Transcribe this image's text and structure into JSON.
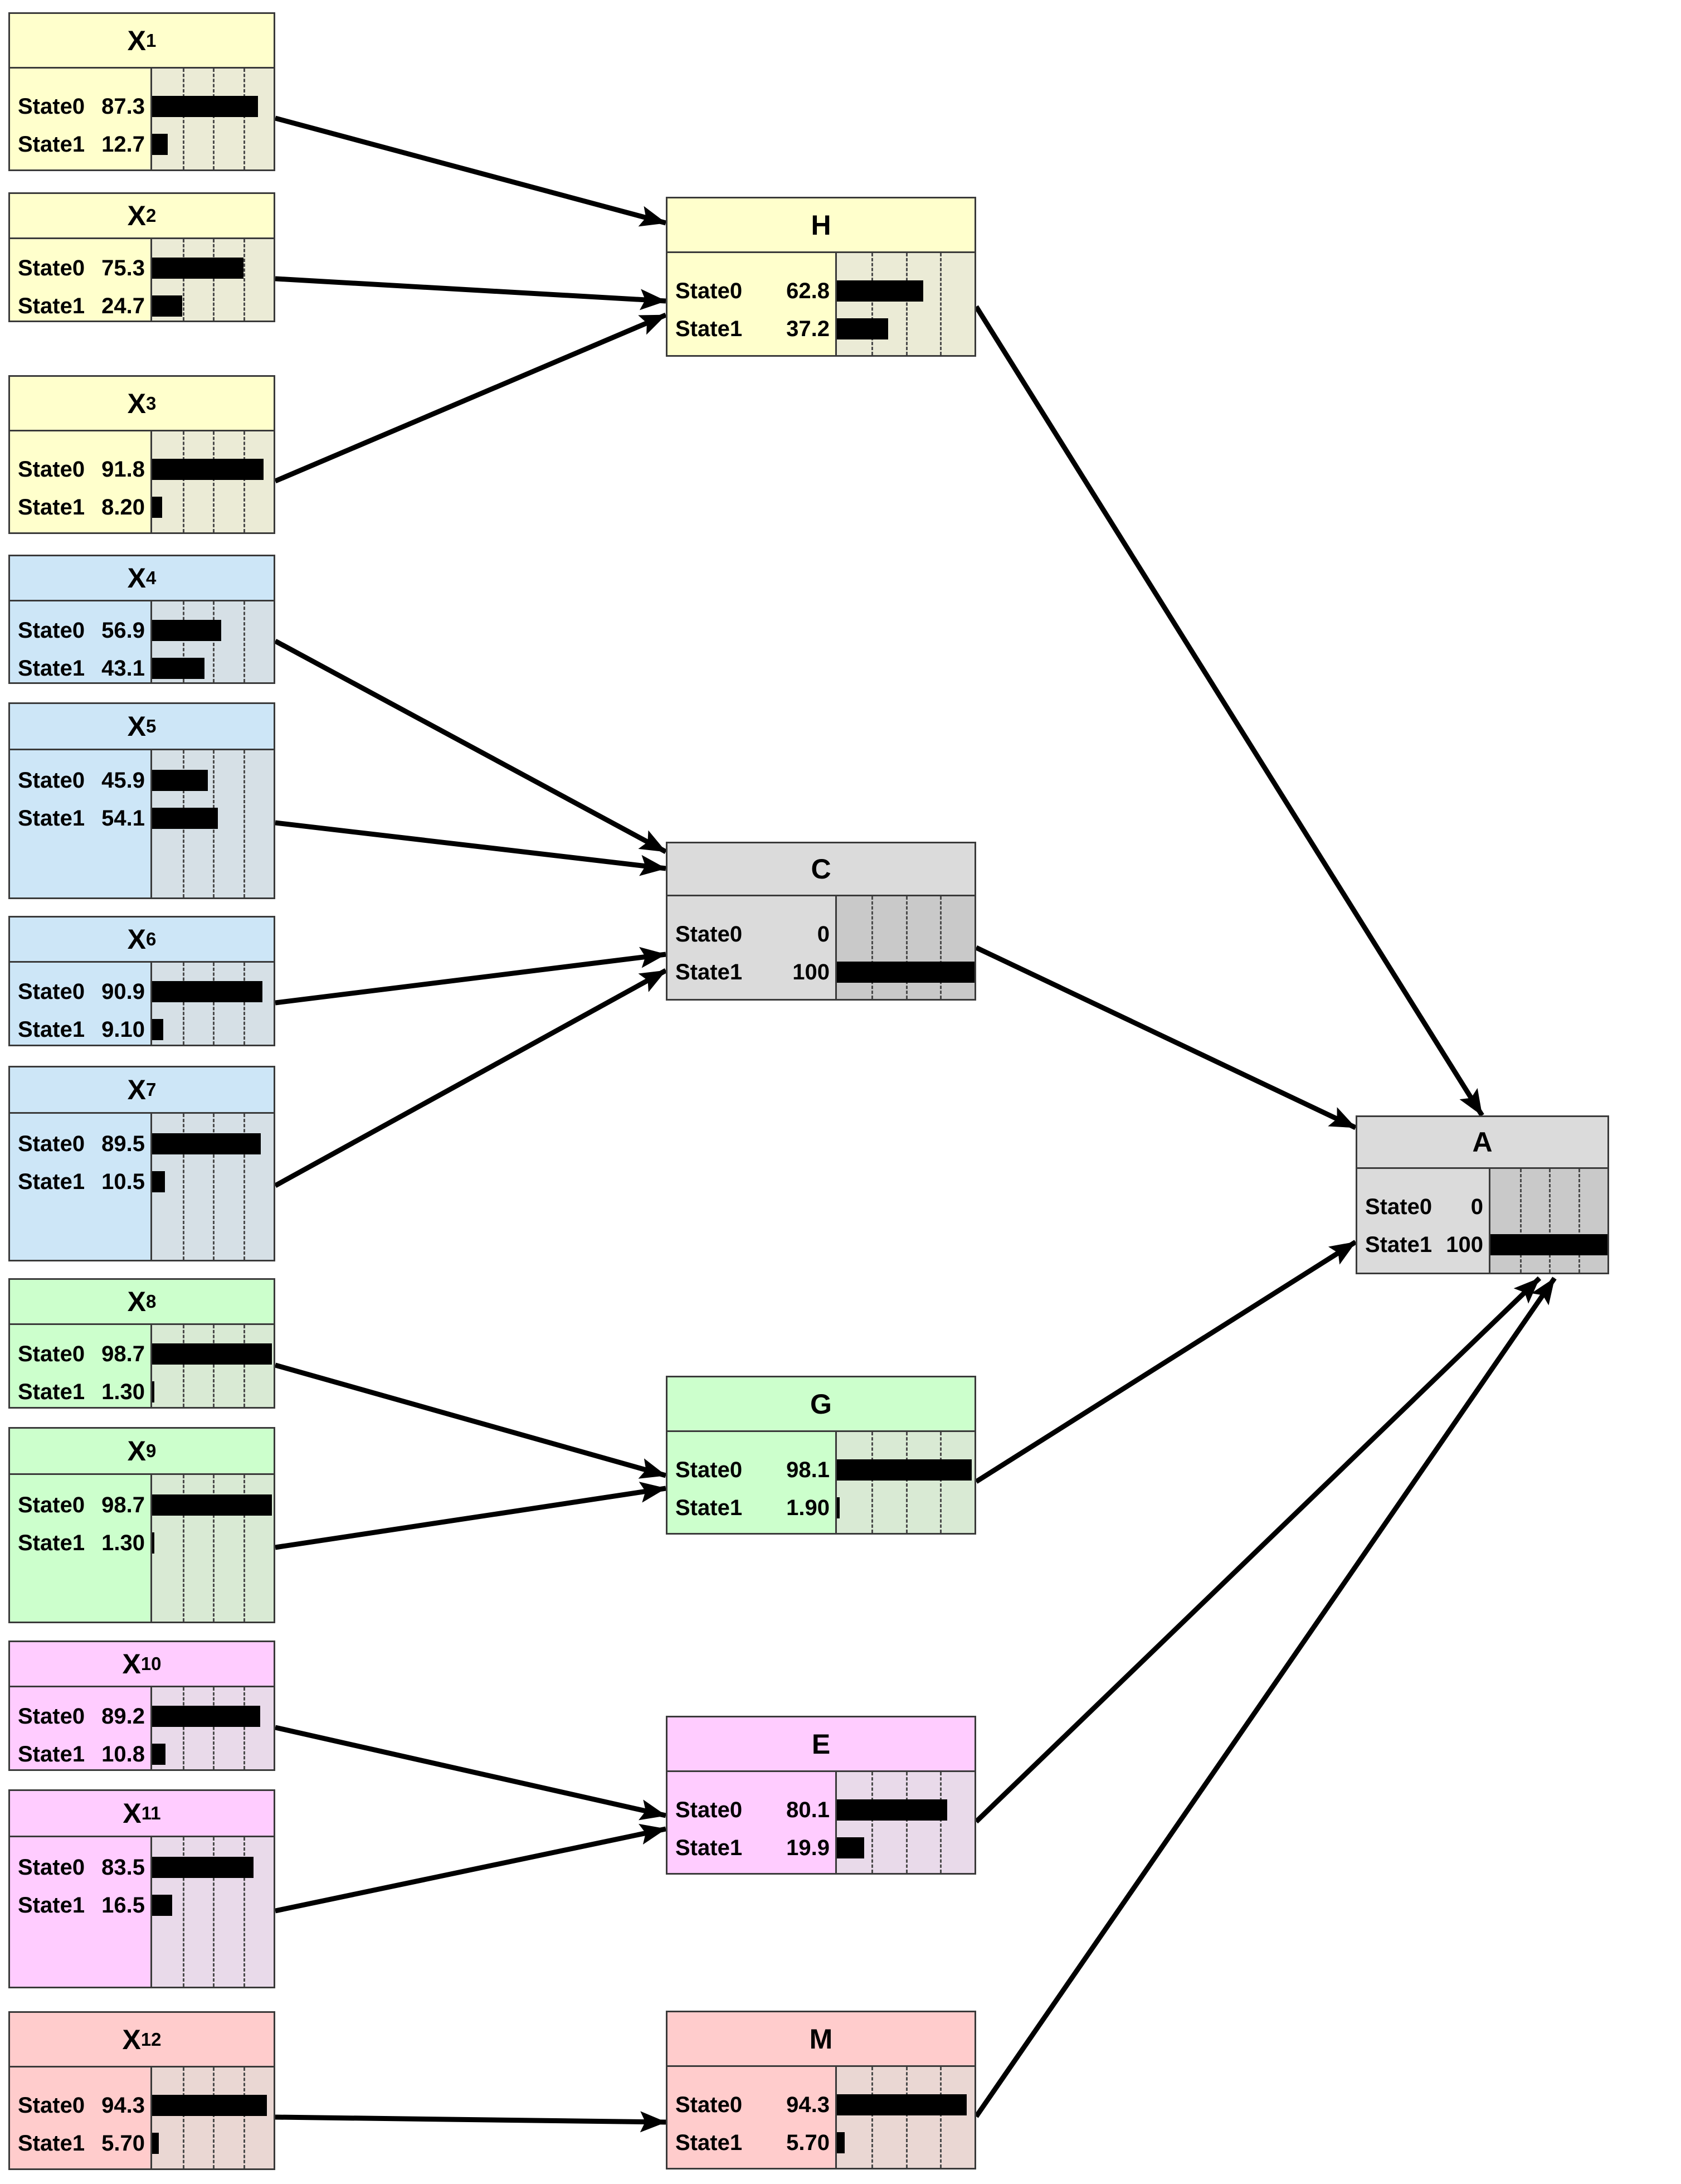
{
  "diagram": {
    "type": "bayesian-belief-network",
    "background": "#FFFFFF",
    "border_color": "#3A3A3A",
    "bar_color": "#000000",
    "gridline_color": "#4A4A4A",
    "groups": {
      "yellow": {
        "bg": "#FFFFCC",
        "bar_bg": "#EBEBD6"
      },
      "blue": {
        "bg": "#CDE6F7",
        "bar_bg": "#D6E0E6"
      },
      "green": {
        "bg": "#CCFFCC",
        "bar_bg": "#D9EAD4"
      },
      "pink": {
        "bg": "#FFCCFF",
        "bar_bg": "#E9DAEA"
      },
      "red": {
        "bg": "#FFCCCC",
        "bar_bg": "#EAD7D3"
      },
      "gray": {
        "bg": "#DBDBDB",
        "bar_bg": "#C9C9C9"
      }
    },
    "nodes": [
      {
        "id": "X1",
        "title": "X",
        "sub": "1",
        "group": "yellow",
        "rows": [
          {
            "label": "State0",
            "value": "87.3",
            "pct": 87.3
          },
          {
            "label": "State1",
            "value": "12.7",
            "pct": 12.7
          }
        ]
      },
      {
        "id": "X2",
        "title": "X",
        "sub": "2",
        "group": "yellow",
        "rows": [
          {
            "label": "State0",
            "value": "75.3",
            "pct": 75.3
          },
          {
            "label": "State1",
            "value": "24.7",
            "pct": 24.7
          }
        ]
      },
      {
        "id": "X3",
        "title": "X",
        "sub": "3",
        "group": "yellow",
        "rows": [
          {
            "label": "State0",
            "value": "91.8",
            "pct": 91.8
          },
          {
            "label": "State1",
            "value": "8.20",
            "pct": 8.2
          }
        ]
      },
      {
        "id": "X4",
        "title": "X",
        "sub": "4",
        "group": "blue",
        "rows": [
          {
            "label": "State0",
            "value": "56.9",
            "pct": 56.9
          },
          {
            "label": "State1",
            "value": "43.1",
            "pct": 43.1
          }
        ]
      },
      {
        "id": "X5",
        "title": "X",
        "sub": "5",
        "group": "blue",
        "rows": [
          {
            "label": "State0",
            "value": "45.9",
            "pct": 45.9
          },
          {
            "label": "State1",
            "value": "54.1",
            "pct": 54.1
          }
        ]
      },
      {
        "id": "X6",
        "title": "X",
        "sub": "6",
        "group": "blue",
        "rows": [
          {
            "label": "State0",
            "value": "90.9",
            "pct": 90.9
          },
          {
            "label": "State1",
            "value": "9.10",
            "pct": 9.1
          }
        ]
      },
      {
        "id": "X7",
        "title": "X",
        "sub": "7",
        "group": "blue",
        "rows": [
          {
            "label": "State0",
            "value": "89.5",
            "pct": 89.5
          },
          {
            "label": "State1",
            "value": "10.5",
            "pct": 10.5
          }
        ]
      },
      {
        "id": "X8",
        "title": "X",
        "sub": "8",
        "group": "green",
        "rows": [
          {
            "label": "State0",
            "value": "98.7",
            "pct": 98.7
          },
          {
            "label": "State1",
            "value": "1.30",
            "pct": 1.3
          }
        ]
      },
      {
        "id": "X9",
        "title": "X",
        "sub": "9",
        "group": "green",
        "rows": [
          {
            "label": "State0",
            "value": "98.7",
            "pct": 98.7
          },
          {
            "label": "State1",
            "value": "1.30",
            "pct": 1.3
          }
        ]
      },
      {
        "id": "X10",
        "title": "X",
        "sub": "10",
        "group": "pink",
        "rows": [
          {
            "label": "State0",
            "value": "89.2",
            "pct": 89.2
          },
          {
            "label": "State1",
            "value": "10.8",
            "pct": 10.8
          }
        ]
      },
      {
        "id": "X11",
        "title": "X",
        "sub": "11",
        "group": "pink",
        "rows": [
          {
            "label": "State0",
            "value": "83.5",
            "pct": 83.5
          },
          {
            "label": "State1",
            "value": "16.5",
            "pct": 16.5
          }
        ]
      },
      {
        "id": "X12",
        "title": "X",
        "sub": "12",
        "group": "red",
        "rows": [
          {
            "label": "State0",
            "value": "94.3",
            "pct": 94.3
          },
          {
            "label": "State1",
            "value": "5.70",
            "pct": 5.7
          }
        ]
      },
      {
        "id": "H",
        "title": "H",
        "sub": "",
        "group": "yellow",
        "rows": [
          {
            "label": "State0",
            "value": "62.8",
            "pct": 62.8
          },
          {
            "label": "State1",
            "value": "37.2",
            "pct": 37.2
          }
        ]
      },
      {
        "id": "C",
        "title": "C",
        "sub": "",
        "group": "gray",
        "rows": [
          {
            "label": "State0",
            "value": "0",
            "pct": 0
          },
          {
            "label": "State1",
            "value": "100",
            "pct": 100
          }
        ]
      },
      {
        "id": "G",
        "title": "G",
        "sub": "",
        "group": "green",
        "rows": [
          {
            "label": "State0",
            "value": "98.1",
            "pct": 98.1
          },
          {
            "label": "State1",
            "value": "1.90",
            "pct": 1.9
          }
        ]
      },
      {
        "id": "E",
        "title": "E",
        "sub": "",
        "group": "pink",
        "rows": [
          {
            "label": "State0",
            "value": "80.1",
            "pct": 80.1
          },
          {
            "label": "State1",
            "value": "19.9",
            "pct": 19.9
          }
        ]
      },
      {
        "id": "M",
        "title": "M",
        "sub": "",
        "group": "red",
        "rows": [
          {
            "label": "State0",
            "value": "94.3",
            "pct": 94.3
          },
          {
            "label": "State1",
            "value": "5.70",
            "pct": 5.7
          }
        ]
      },
      {
        "id": "A",
        "title": "A",
        "sub": "",
        "group": "gray",
        "rows": [
          {
            "label": "State0",
            "value": "0",
            "pct": 0
          },
          {
            "label": "State1",
            "value": "100",
            "pct": 100
          }
        ]
      }
    ],
    "edges": [
      {
        "from": "X1",
        "to": "H"
      },
      {
        "from": "X2",
        "to": "H"
      },
      {
        "from": "X3",
        "to": "H"
      },
      {
        "from": "X4",
        "to": "C"
      },
      {
        "from": "X5",
        "to": "C"
      },
      {
        "from": "X6",
        "to": "C"
      },
      {
        "from": "X7",
        "to": "C"
      },
      {
        "from": "X8",
        "to": "G"
      },
      {
        "from": "X9",
        "to": "G"
      },
      {
        "from": "X10",
        "to": "E"
      },
      {
        "from": "X11",
        "to": "E"
      },
      {
        "from": "X12",
        "to": "M"
      },
      {
        "from": "H",
        "to": "A"
      },
      {
        "from": "C",
        "to": "A"
      },
      {
        "from": "G",
        "to": "A"
      },
      {
        "from": "E",
        "to": "A"
      },
      {
        "from": "M",
        "to": "A"
      }
    ]
  }
}
